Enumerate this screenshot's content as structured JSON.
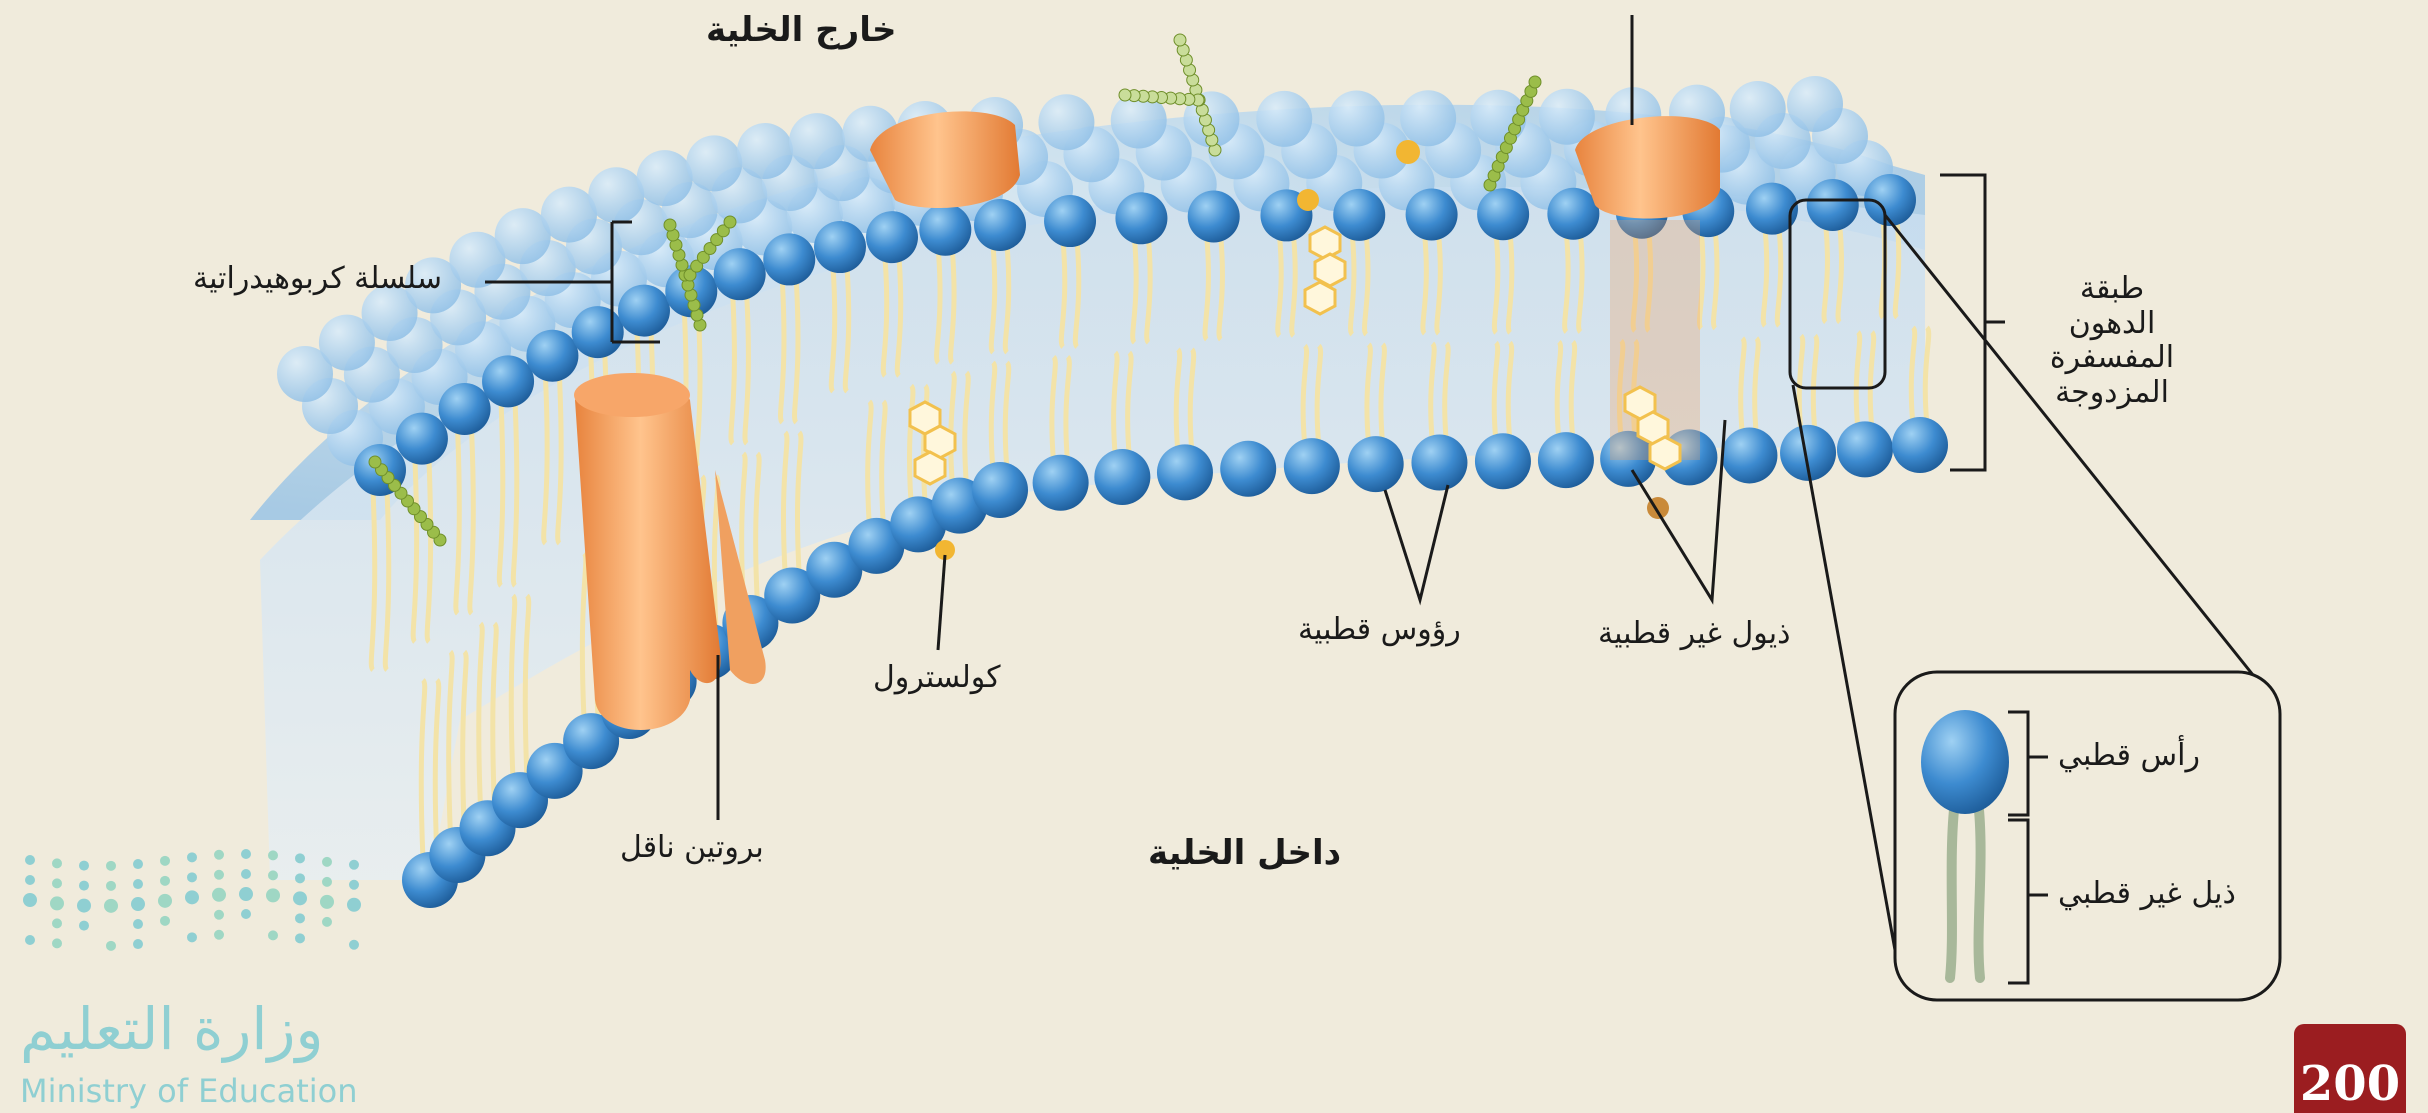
{
  "labels": {
    "outside_cell": "خارج الخلية",
    "inside_cell": "داخل الخلية",
    "carbohydrate_chain": "سلسلة كربوهيدراتية",
    "phospholipid_bilayer": "طبقة الدهون المفسفرة المزدوجة",
    "cholesterol": "كولسترول",
    "polar_heads": "رؤوس قطبية",
    "nonpolar_tails": "ذيول غير قطبية",
    "transport_protein": "بروتين ناقل",
    "polar_head": "رأس قطبي",
    "nonpolar_tail": "ذيل غير قطبي"
  },
  "logo": {
    "arabic": "وزارة التعليم",
    "english": "Ministry of Education"
  },
  "page_number": "200",
  "colors": {
    "background": "#f0ebdc",
    "phosphate_head": "#2f7fc4",
    "lipid_tail": "#f3e3a8",
    "protein": "#f0a060",
    "carbohydrate": "#9bbd4a",
    "cholesterol": "#f2b632",
    "page_badge": "#9b1d20",
    "logo": "#8fcfd2"
  }
}
